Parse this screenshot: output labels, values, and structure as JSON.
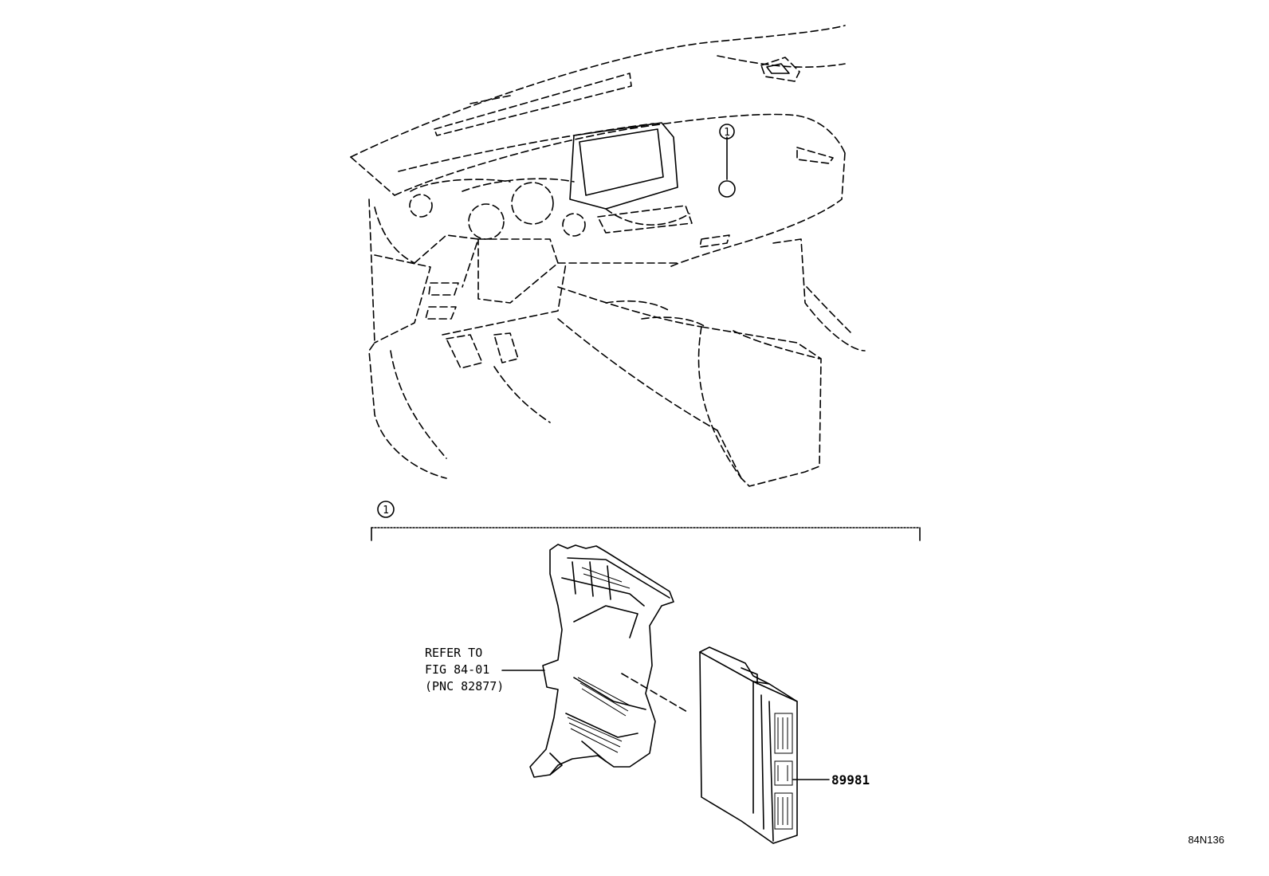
{
  "callout": {
    "number": "1"
  },
  "detail_callout": {
    "number": "1"
  },
  "labels": {
    "refer_line1": "REFER TO",
    "refer_line2": "FIG 84-01",
    "refer_line3": "(PNC 82877)",
    "part_number": "89981"
  },
  "figure_code": "84N136",
  "icons": [
    "dashboard-illustration",
    "ecu-bracket",
    "ecu-module",
    "callout-circle"
  ]
}
